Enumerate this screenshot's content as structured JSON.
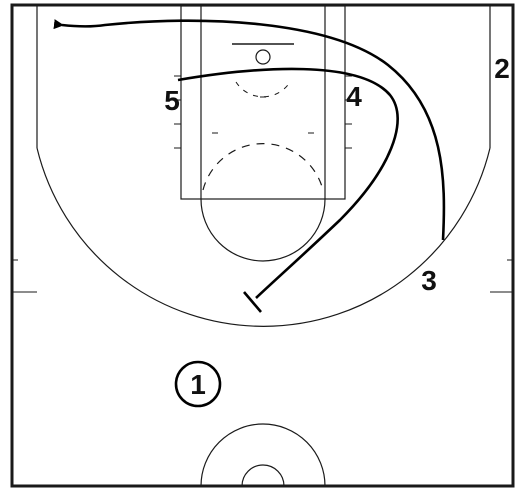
{
  "diagram": {
    "colors": {
      "court_lines": "#1a1a1a",
      "play_lines": "#000000",
      "background": "#ffffff"
    },
    "players": [
      {
        "id": "p1",
        "label": "1",
        "circled": true
      },
      {
        "id": "p2",
        "label": "2",
        "circled": false
      },
      {
        "id": "p3",
        "label": "3",
        "circled": false
      },
      {
        "id": "p4",
        "label": "4",
        "circled": false
      },
      {
        "id": "p5",
        "label": "5",
        "circled": false
      }
    ],
    "actions": [
      {
        "id": "cut-3",
        "type": "cut",
        "from": "3",
        "arrow": true
      },
      {
        "id": "screen-4",
        "type": "screen",
        "from": "5"
      }
    ]
  }
}
